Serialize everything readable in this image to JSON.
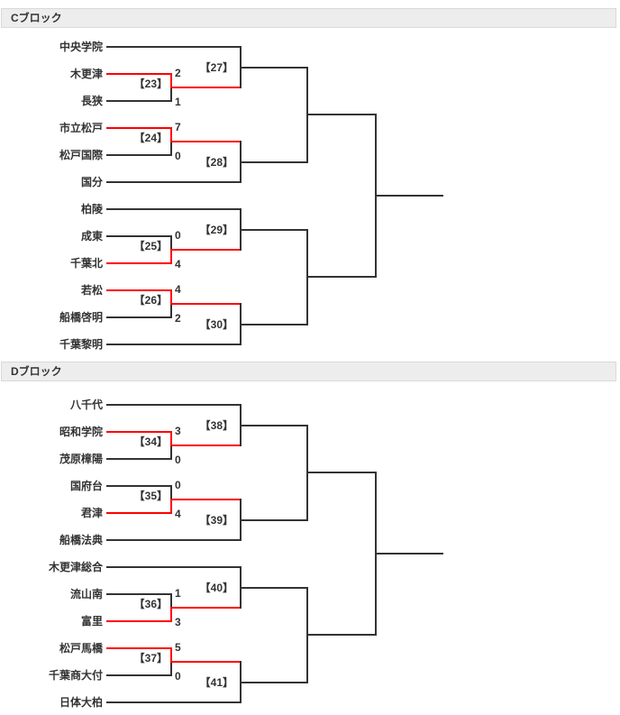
{
  "colors": {
    "line": "#333333",
    "winner": "#ff0000",
    "text": "#333333",
    "header_bg": "#ededed",
    "header_border": "#d9d9d9",
    "page_bg": "#ffffff"
  },
  "blocks": [
    {
      "header": "Cブロック",
      "teams": [
        "中央学院",
        "木更津",
        "長狭",
        "市立松戸",
        "松戸国際",
        "国分",
        "柏陵",
        "成東",
        "千葉北",
        "若松",
        "船橋啓明",
        "千葉黎明"
      ],
      "round1_matches": [
        {
          "label": "【23】",
          "score_top": "2",
          "score_bottom": "1",
          "winner": "top"
        },
        {
          "label": "【24】",
          "score_top": "7",
          "score_bottom": "0",
          "winner": "top"
        },
        {
          "label": "【25】",
          "score_top": "0",
          "score_bottom": "4",
          "winner": "bottom"
        },
        {
          "label": "【26】",
          "score_top": "4",
          "score_bottom": "2",
          "winner": "top"
        }
      ],
      "round2_matches": [
        {
          "label": "【27】"
        },
        {
          "label": "【28】"
        },
        {
          "label": "【29】"
        },
        {
          "label": "【30】"
        }
      ]
    },
    {
      "header": "Dブロック",
      "teams": [
        "八千代",
        "昭和学院",
        "茂原樟陽",
        "国府台",
        "君津",
        "船橋法典",
        "木更津総合",
        "流山南",
        "富里",
        "松戸馬橋",
        "千葉商大付",
        "日体大柏"
      ],
      "round1_matches": [
        {
          "label": "【34】",
          "score_top": "3",
          "score_bottom": "0",
          "winner": "top"
        },
        {
          "label": "【35】",
          "score_top": "0",
          "score_bottom": "4",
          "winner": "bottom"
        },
        {
          "label": "【36】",
          "score_top": "1",
          "score_bottom": "3",
          "winner": "bottom"
        },
        {
          "label": "【37】",
          "score_top": "5",
          "score_bottom": "0",
          "winner": "top"
        }
      ],
      "round2_matches": [
        {
          "label": "【38】"
        },
        {
          "label": "【39】"
        },
        {
          "label": "【40】"
        },
        {
          "label": "【41】"
        }
      ]
    }
  ]
}
